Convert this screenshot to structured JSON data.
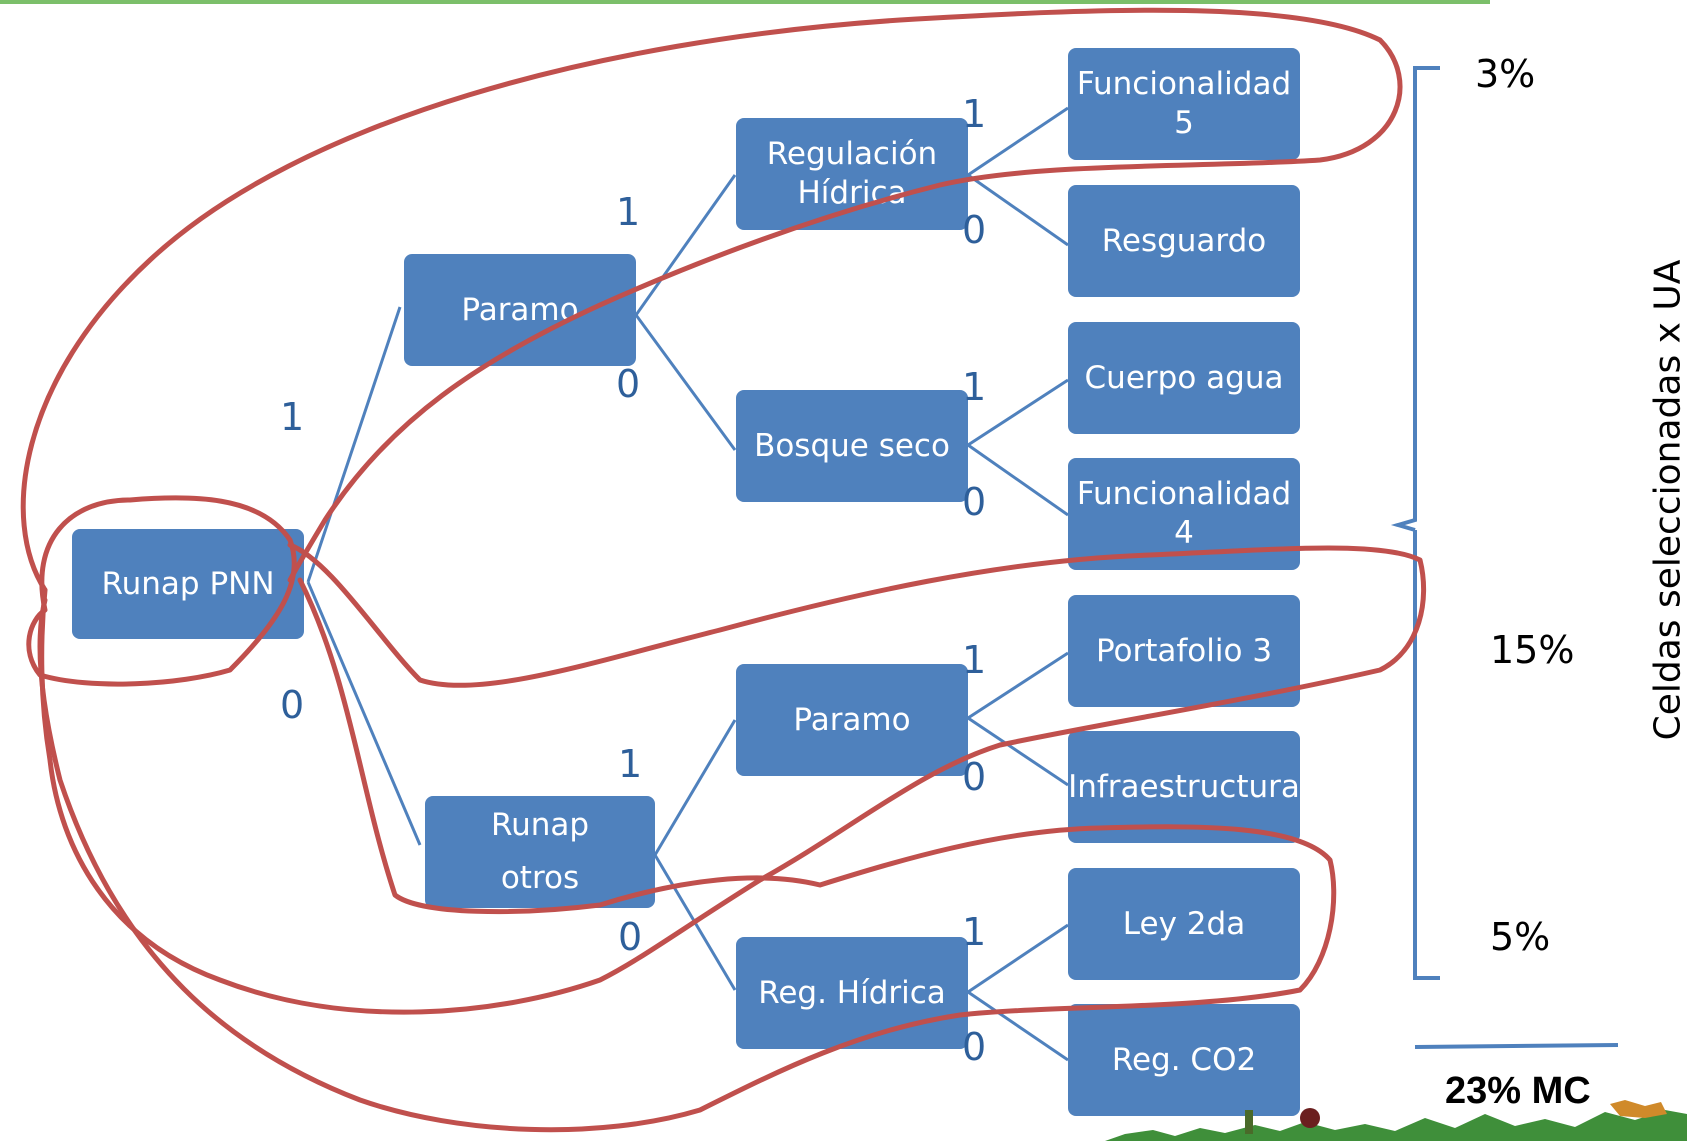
{
  "nodes": {
    "root": "Runap PNN",
    "l1_paramo": "Paramo",
    "l1_runap_otros": "Runap\notros",
    "l2_regulacion_hidrica": "Regulación\nHídrica",
    "l2_bosque_seco": "Bosque seco",
    "l2_paramo": "Paramo",
    "l2_reg_hidrica": "Reg. Hídrica",
    "leaf_funcionalidad_5": "Funcionalidad\n5",
    "leaf_resguardo": "Resguardo",
    "leaf_cuerpo_agua": "Cuerpo agua",
    "leaf_funcionalidad_4": "Funcionalidad\n4",
    "leaf_portafolio_3": "Portafolio 3",
    "leaf_infraestructura": "Infraestructura",
    "leaf_ley_2da": "Ley 2da",
    "leaf_reg_co2": "Reg. CO2"
  },
  "branch_labels": {
    "root_yes": "1",
    "root_no": "0",
    "paramo_yes": "1",
    "paramo_no": "0",
    "runap_otros_yes": "1",
    "runap_otros_no": "0",
    "regulacion_yes": "1",
    "regulacion_no": "0",
    "bosque_yes": "1",
    "bosque_no": "0",
    "paramo2_yes": "1",
    "paramo2_no": "0",
    "reghidrica_yes": "1",
    "reghidrica_no": "0"
  },
  "side": {
    "percent_top": "3%",
    "percent_mid": "15%",
    "percent_bottom": "5%",
    "axis_label": "Celdas seleccionadas x UA",
    "total": "23% MC"
  },
  "colors": {
    "node_fill": "#4f81bd",
    "edge": "#4f81bd",
    "branch_label": "#2e5f9a",
    "annotation_ink": "#c0504d"
  }
}
